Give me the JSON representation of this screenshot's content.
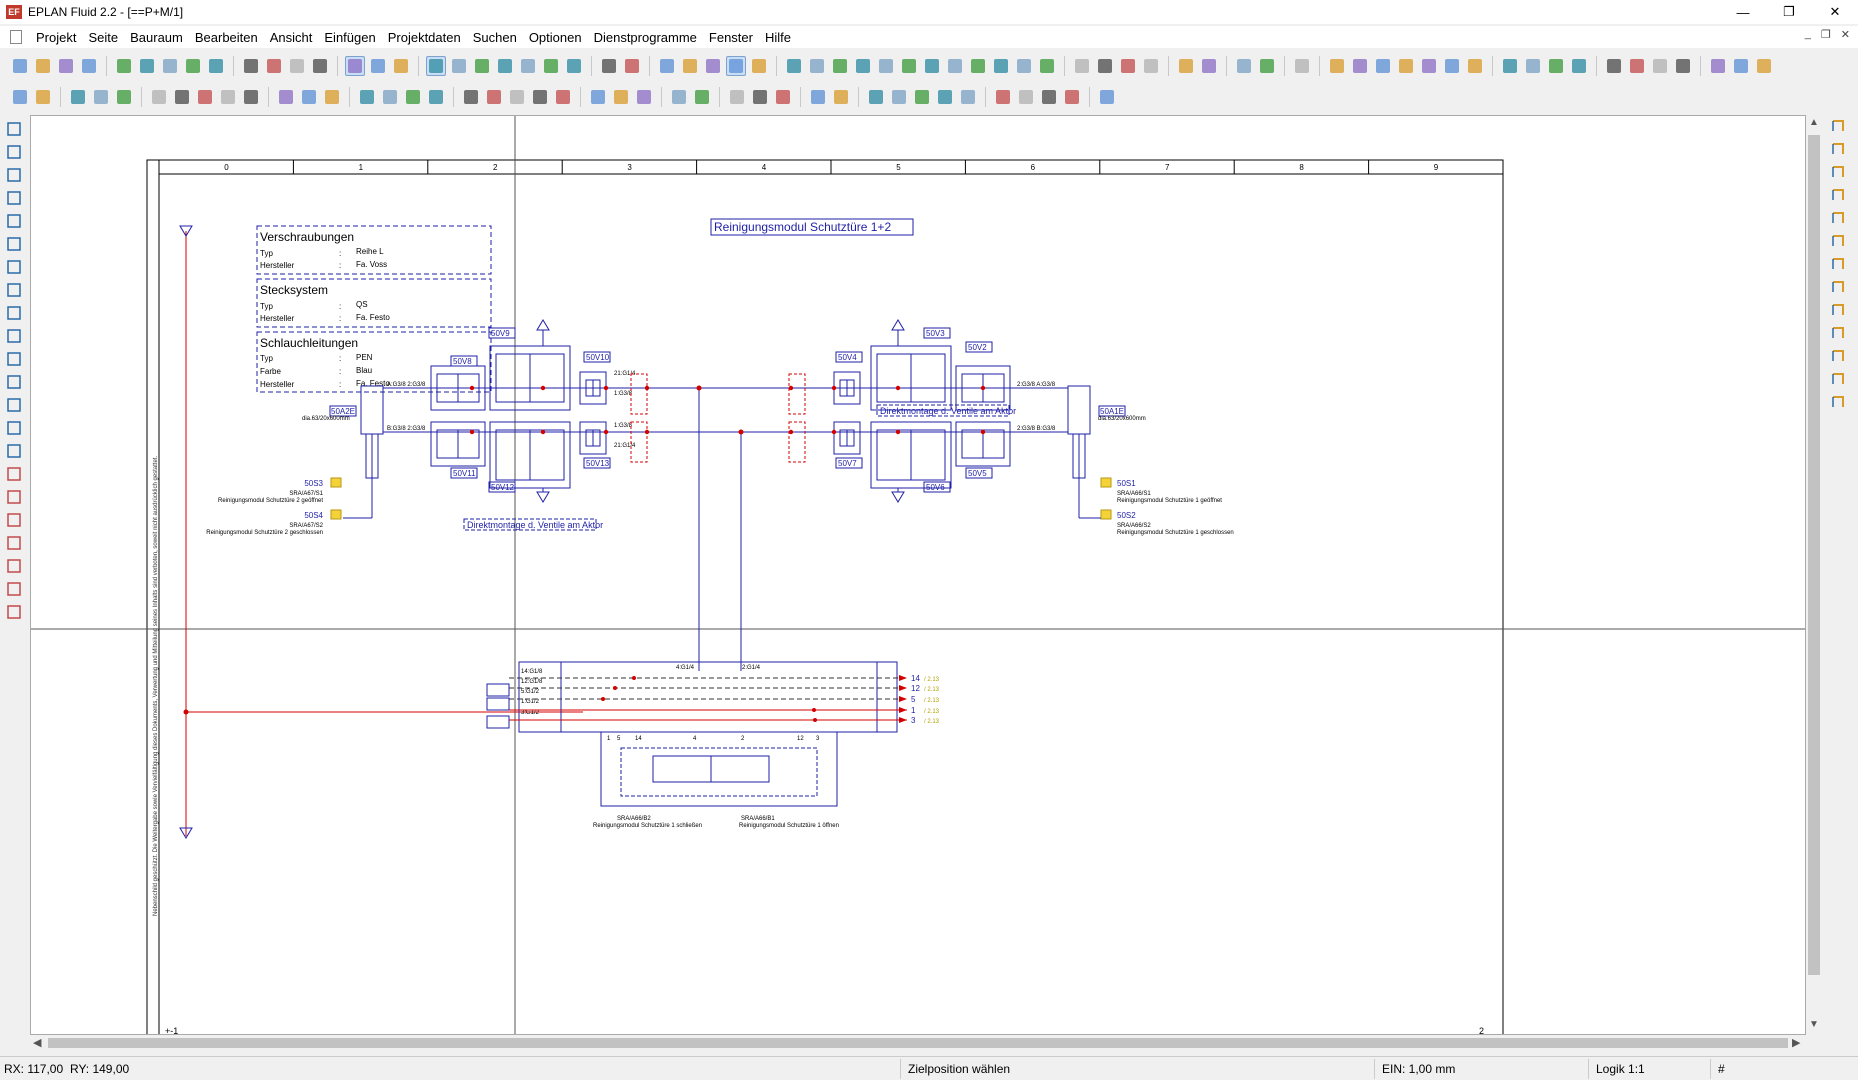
{
  "window": {
    "title": "EPLAN Fluid 2.2 - [==P+M/1]",
    "app_icon": "EF",
    "minimize": "—",
    "maximize": "❐",
    "close": "✕"
  },
  "menu": {
    "items": [
      "Projekt",
      "Seite",
      "Bauraum",
      "Bearbeiten",
      "Ansicht",
      "Einfügen",
      "Projektdaten",
      "Suchen",
      "Optionen",
      "Dienstprogramme",
      "Fenster",
      "Hilfe"
    ],
    "mdi_min": "_",
    "mdi_restore": "❐",
    "mdi_close": "✕"
  },
  "drawing": {
    "columns": [
      "0",
      "1",
      "2",
      "3",
      "4",
      "5",
      "6",
      "7",
      "8",
      "9"
    ],
    "title": "Reinigungsmodul Schutztüre 1+2",
    "spec_boxes": [
      {
        "heading": "Verschraubungen",
        "rows": [
          [
            "Typ",
            ":",
            "Reihe L"
          ],
          [
            "Hersteller",
            ":",
            "Fa. Voss"
          ]
        ]
      },
      {
        "heading": "Stecksystem",
        "rows": [
          [
            "Typ",
            ":",
            "QS"
          ],
          [
            "Hersteller",
            ":",
            "Fa. Festo"
          ]
        ]
      },
      {
        "heading": "Schlauchleitungen",
        "rows": [
          [
            "Typ",
            ":",
            "PEN"
          ],
          [
            "Farbe",
            ":",
            "Blau"
          ],
          [
            "Hersteller",
            ":",
            "Fa. Festo"
          ]
        ]
      }
    ],
    "left_valves": [
      "50V8",
      "50V9",
      "50V10",
      "50V11",
      "50V12",
      "50V13"
    ],
    "right_valves": [
      "50V4",
      "50V3",
      "50V2",
      "50V7",
      "50V6",
      "50V5"
    ],
    "actuators": {
      "left": "50A2E",
      "right": "50A1E",
      "left_desc": "dia.63/20x600mm",
      "right_desc": "dia.63/20x600mm"
    },
    "notes": {
      "left": "Direktmontage d. Ventile am Aktor",
      "right": "Direktmontage d. Ventile am Aktor"
    },
    "port_labels": {
      "a_left": "A:G3/8  2:G3/8",
      "b_left": "B:G3/8  2:G3/8",
      "a_right": "2:G3/8  A:G3/8",
      "b_right": "2:G3/8  B:G3/8",
      "p_a1": "21:G1/4",
      "p_a2": "1:G3/8",
      "p_b1": "1:G3/8",
      "p_b2": "21:G1/4"
    },
    "sensors": [
      {
        "tag": "50S3",
        "ref": "SRA/A67/S1",
        "desc": "Reinigungsmodul Schutztüre 2 geöffnet"
      },
      {
        "tag": "50S4",
        "ref": "SRA/A67/S2",
        "desc": "Reinigungsmodul Schutztüre 2 geschlossen"
      },
      {
        "tag": "50S1",
        "ref": "SRA/A66/S1",
        "desc": "Reinigungsmodul Schutztüre 1 geöffnet"
      },
      {
        "tag": "50S2",
        "ref": "SRA/A66/S2",
        "desc": "Reinigungsmodul Schutztüre 1 geschlossen"
      }
    ],
    "manifold_ports": [
      "14:G1/8",
      "12:G1/8",
      "5:G1/2",
      "1:G1/2",
      "3:G1/2"
    ],
    "manifold_top": [
      "4:G1/4",
      "2:G1/4"
    ],
    "outputs": [
      {
        "num": "14",
        "ref": "/ 2.13"
      },
      {
        "num": "12",
        "ref": "/ 2.13"
      },
      {
        "num": "5",
        "ref": "/ 2.13"
      },
      {
        "num": "1",
        "ref": "/ 2.13"
      },
      {
        "num": "3",
        "ref": "/ 2.13"
      }
    ],
    "valve_ports": [
      "1",
      "5",
      "14",
      "4",
      "2",
      "12",
      "3"
    ],
    "bottom_valves": [
      {
        "ref": "SRA/A66/B2",
        "desc": "Reinigungsmodul Schutztüre 1 schließen"
      },
      {
        "ref": "SRA/A66/B1",
        "desc": "Reinigungsmodul Schutztüre 1 öffnen"
      }
    ],
    "side_text": "Nebenschild geschützt. Die Weitergabe sowie Vervielfältigung dieses Dokuments, Verwertung und Mitteilung seines Inhalts sind verboten, soweit nicht ausdrücklich gestattet.",
    "page_left": "+-1",
    "page_right": "2"
  },
  "status": {
    "rx": "RX: 117,00",
    "ry": "RY: 149,00",
    "message": "Zielposition wählen",
    "unit": "EIN: 1,00 mm",
    "logic": "Logik 1:1",
    "hash": "#"
  },
  "colors": {
    "accent": "#1f1fa8",
    "red": "#d40000",
    "toolbar_active": "#c9def5"
  }
}
